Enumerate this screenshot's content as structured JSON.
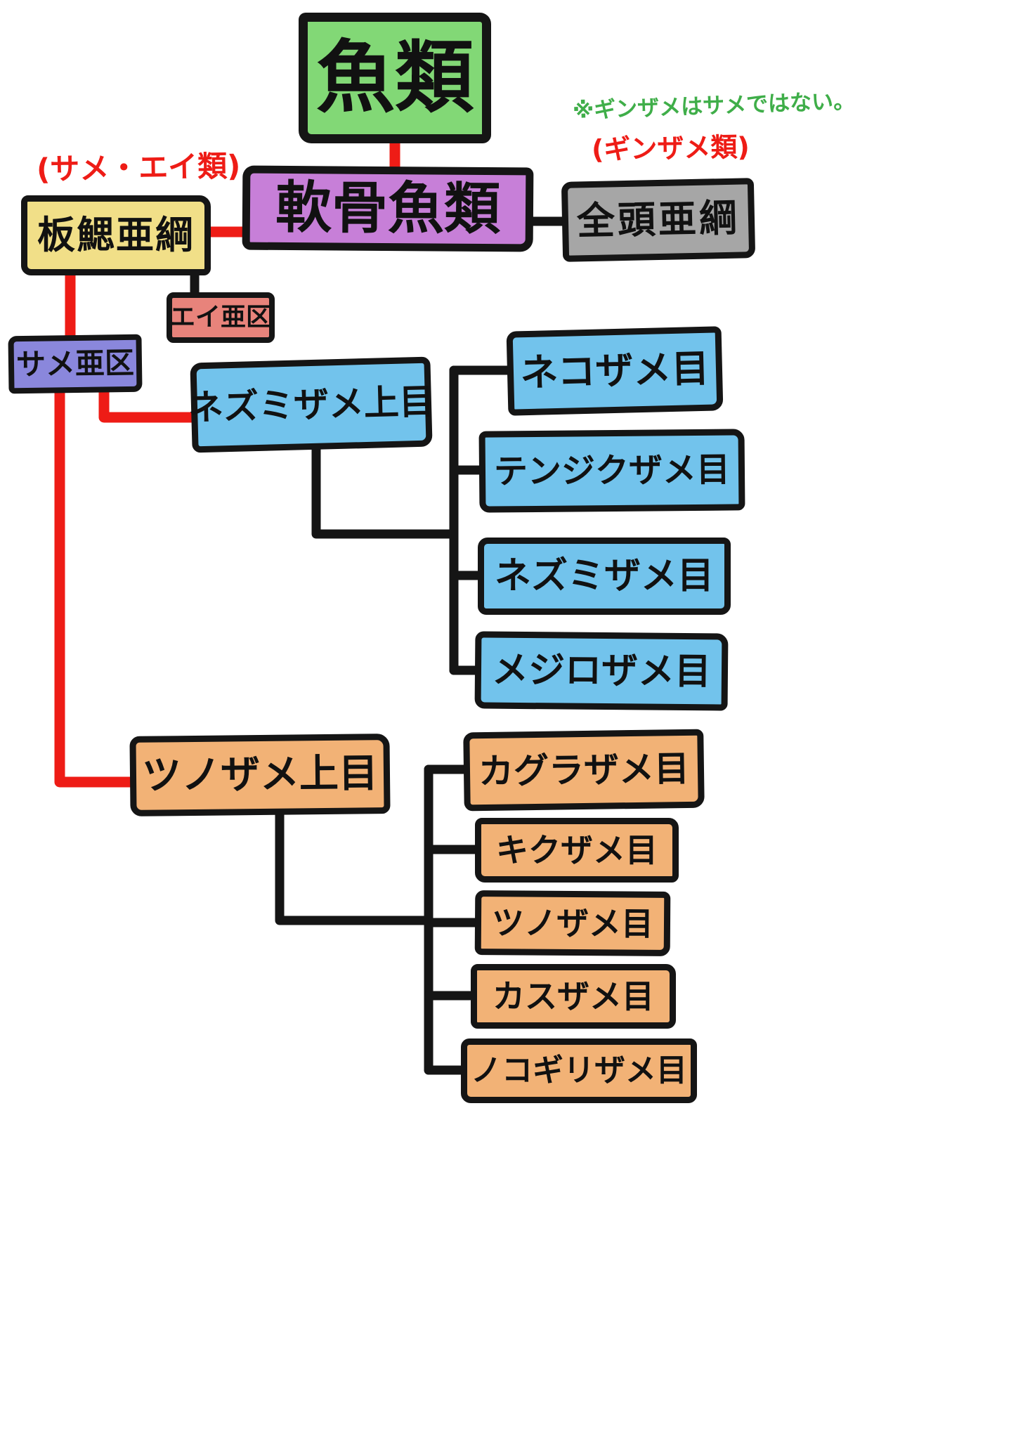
{
  "diagram": {
    "nodes": {
      "fish": "魚類",
      "cartilaginous": "軟骨魚類",
      "elasmobranchii": "板鰓亜綱",
      "holocephali": "全頭亜綱",
      "ray_division": "エイ亜区",
      "shark_division": "サメ亜区",
      "galeomorph_superorder": "ネズミザメ上目",
      "squalomorph_superorder": "ツノザメ上目"
    },
    "galeomorph_orders": [
      "ネコザメ目",
      "テンジクザメ目",
      "ネズミザメ目",
      "メジロザメ目"
    ],
    "squalomorph_orders": [
      "カグラザメ目",
      "キクザメ目",
      "ツノザメ目",
      "カスザメ目",
      "ノコギリザメ目"
    ],
    "annotations": {
      "shark_ray_group": "(サメ・エイ類)",
      "ginzame_warning": "※ギンザメはサメではない。",
      "ginzame_group": "(ギンザメ類)"
    },
    "colors": {
      "fish_box": "#82d876",
      "cartilaginous_box": "#c77fd8",
      "elasmobranchii_box": "#f1df88",
      "holocephali_box": "#a6a6a6",
      "ray_box": "#e8837b",
      "shark_box": "#8a87dc",
      "galeomorph_boxes": "#72c3ec",
      "squalomorph_boxes": "#f2b276",
      "red_connector": "#ee1c16",
      "black_connector": "#151515",
      "warning_text": "#3fae49",
      "annotation_text": "#ee1c16"
    }
  }
}
